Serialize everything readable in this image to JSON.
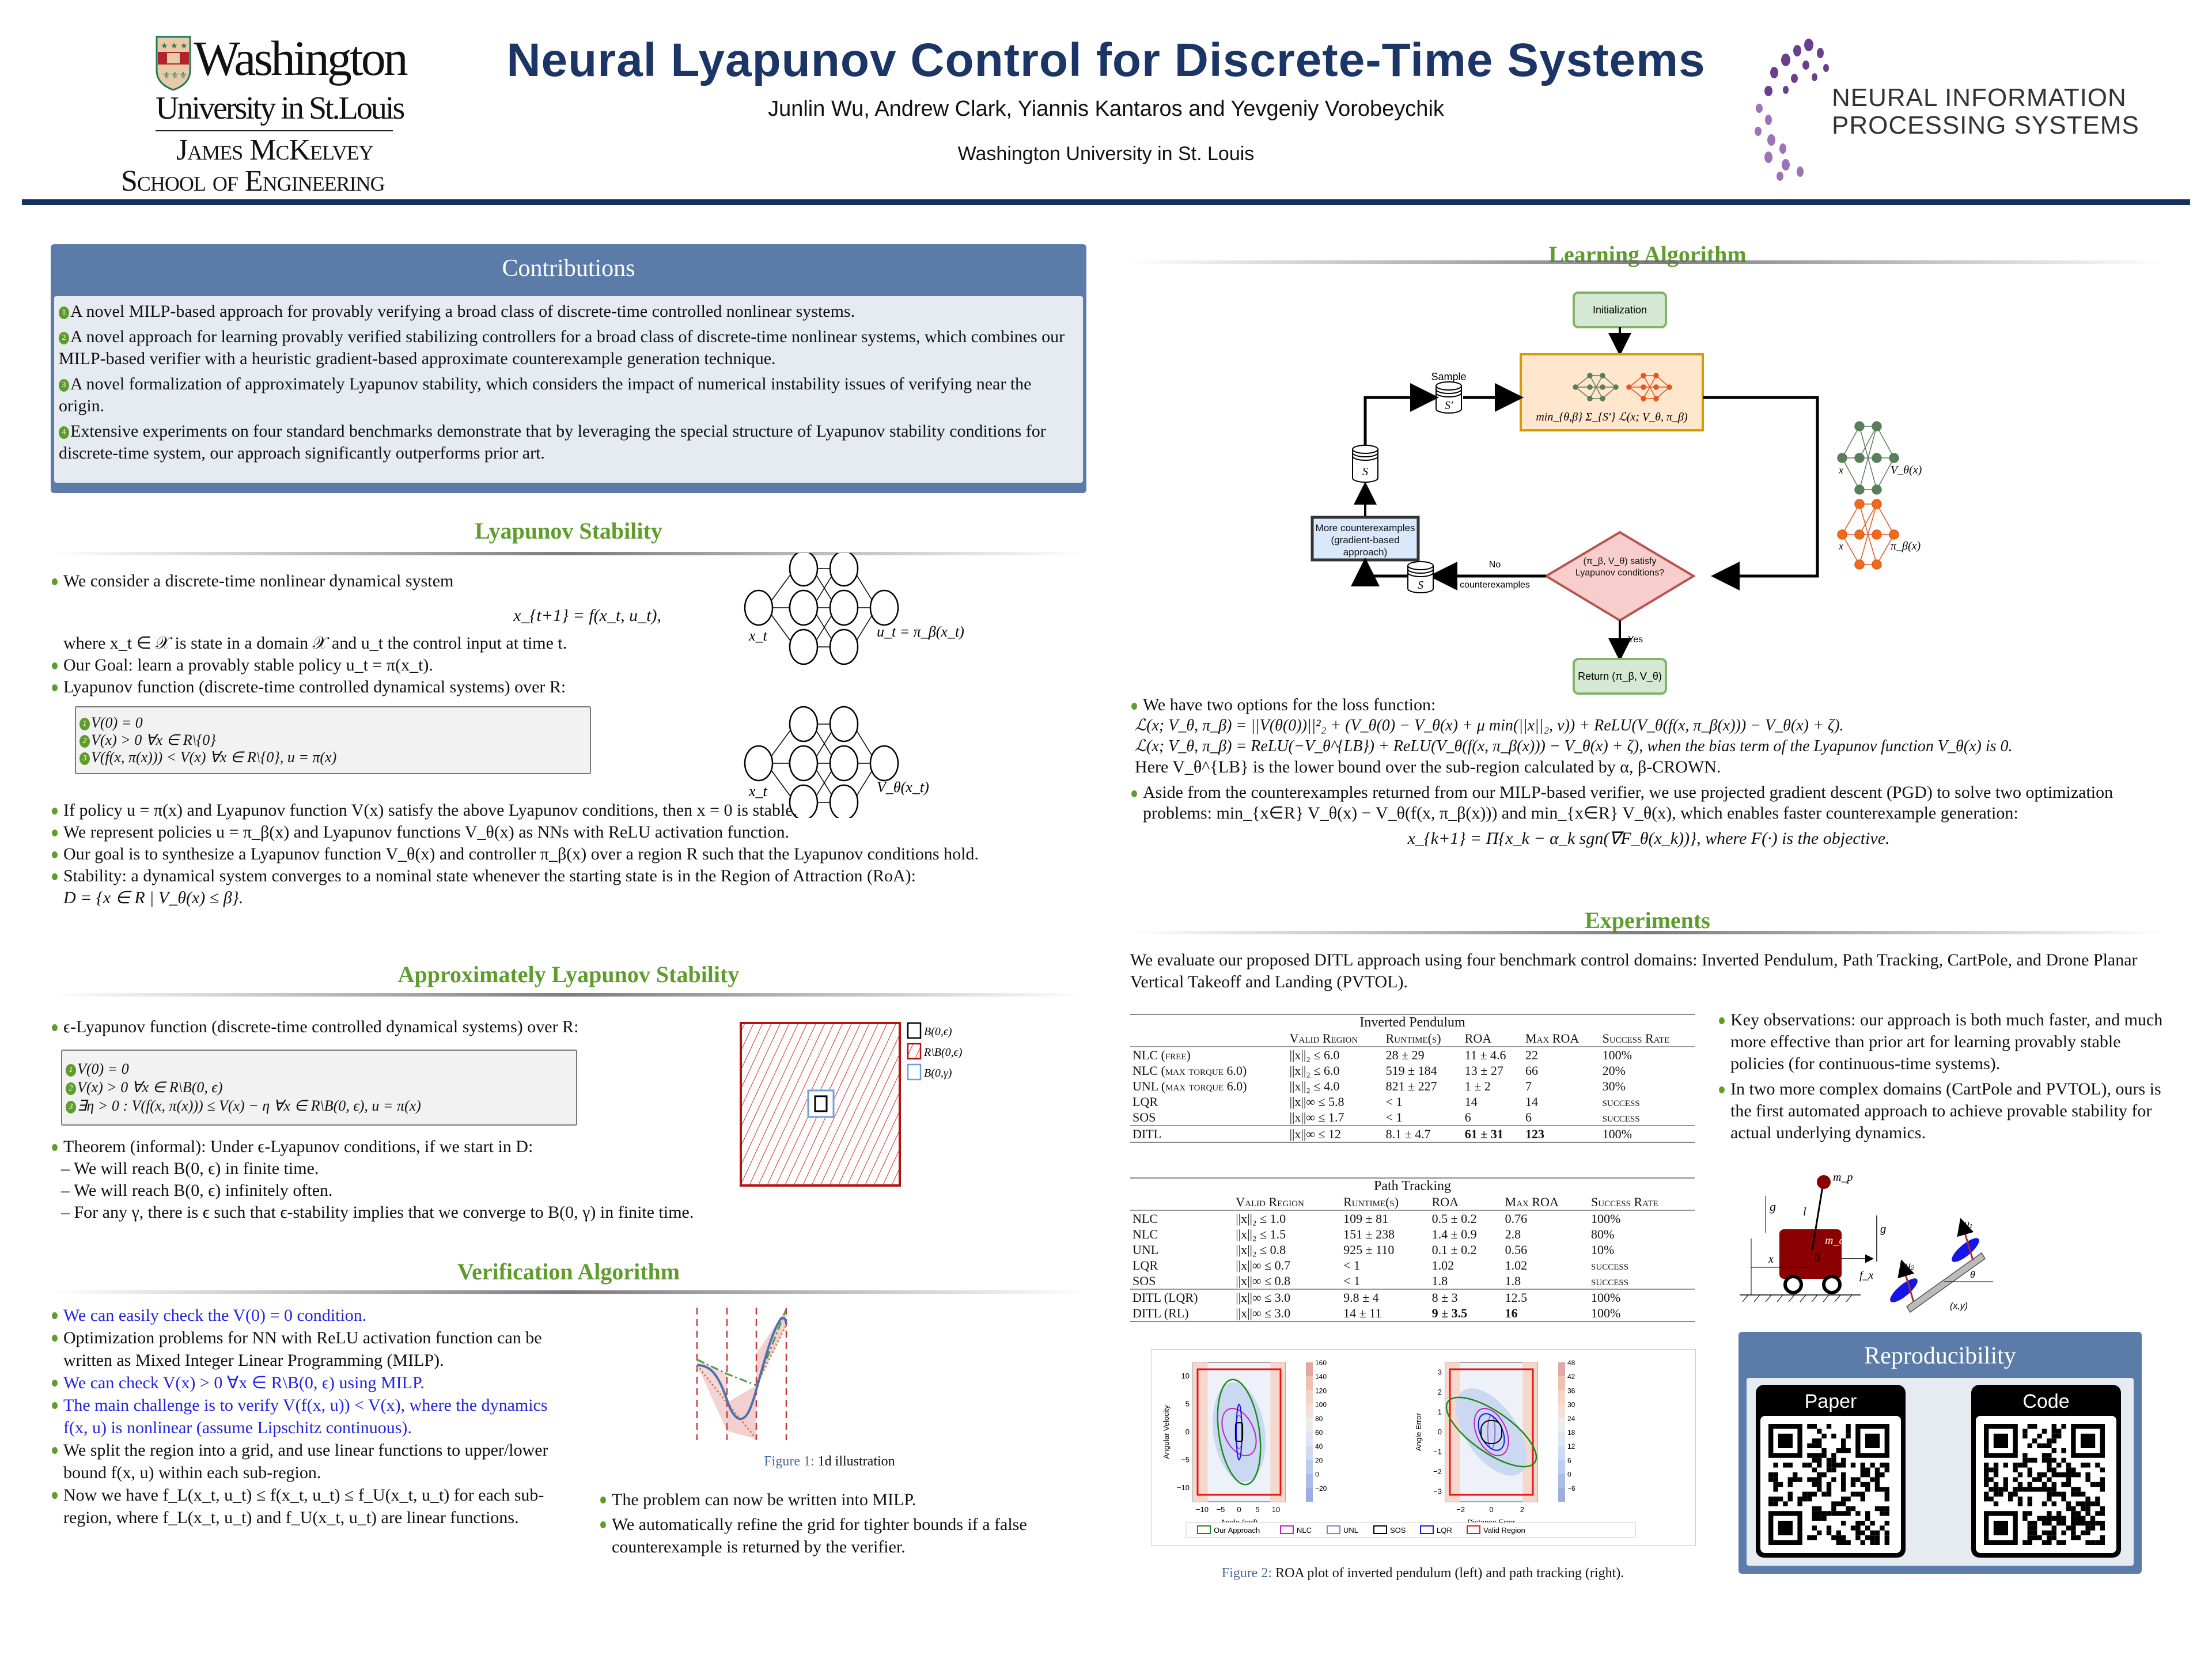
{
  "header": {
    "title": "Neural Lyapunov Control for Discrete-Time Systems",
    "authors": "Junlin Wu, Andrew Clark, Yiannis Kantaros and Yevgeniy Vorobeychik",
    "affiliation": "Washington University in St. Louis",
    "left_logo": {
      "line1": "Washington",
      "line2": "University in St.Louis",
      "line3": "James McKelvey",
      "line4": "School of Engineering"
    },
    "right_logo": {
      "line1": "NEURAL INFORMATION",
      "line2": "PROCESSING SYSTEMS"
    },
    "colors": {
      "title": "#1b3566",
      "rule": "#13305f",
      "section": "#5e9c2c",
      "box": "#5b7ba8"
    }
  },
  "contributions": {
    "title": "Contributions",
    "items": [
      {
        "num": "1",
        "text": "A novel MILP-based approach for provably verifying a broad class of discrete-time controlled nonlinear systems."
      },
      {
        "num": "2",
        "text": "A novel approach for learning provably verified stabilizing controllers for a broad class of discrete-time nonlinear systems, which combines our MILP-based verifier with a heuristic gradient-based approximate counterexample generation technique."
      },
      {
        "num": "3",
        "text": "A novel formalization of approximately Lyapunov stability, which considers the impact of numerical instability issues of verifying near the origin."
      },
      {
        "num": "4",
        "text": "Extensive experiments on four standard benchmarks demonstrate that by leveraging the special structure of Lyapunov stability conditions for discrete-time system, our approach significantly outperforms prior art."
      }
    ]
  },
  "lyapunov": {
    "title": "Lyapunov Stability",
    "b1": "We consider a discrete-time nonlinear dynamical system",
    "eq1": "x_{t+1} = f(x_t, u_t),",
    "b1_cont": "where x_t ∈ 𝒳 is state in a domain 𝒳 and u_t the control input at time t.",
    "b2": "Our Goal: learn a provably stable policy u_t = π(x_t).",
    "b3": "Lyapunov function (discrete-time controlled dynamical systems) over R:",
    "conditions": [
      {
        "num": "1",
        "text": "V(0) = 0"
      },
      {
        "num": "2",
        "text": "V(x) > 0   ∀x ∈ R\\{0}"
      },
      {
        "num": "3",
        "text": "V(f(x, π(x))) < V(x)   ∀x ∈ R\\{0}, u = π(x)"
      }
    ],
    "b4": "If policy u = π(x) and Lyapunov function V(x) satisfy the above Lyapunov conditions, then x = 0 is stable.",
    "b5": "We represent policies u = π_β(x) and Lyapunov functions V_θ(x) as NNs with ReLU activation function.",
    "b6": "Our goal is to synthesize a Lyapunov function V_θ(x) and controller π_β(x) over a region R such that the Lyapunov conditions hold.",
    "b7": "Stability: a dynamical system converges to a nominal state whenever the starting state is in the Region of Attraction (RoA):",
    "b7_eq": "D = {x ∈ R | V_θ(x) ≤ β}.",
    "nn1": {
      "in": "x_t",
      "out": "u_t = π_β(x_t)"
    },
    "nn2": {
      "in": "x_t",
      "out": "V_θ(x_t)"
    }
  },
  "approx": {
    "title": "Approximately Lyapunov Stability",
    "b1": "ϵ-Lyapunov function (discrete-time controlled dynamical systems) over R:",
    "conditions": [
      {
        "num": "1",
        "text": "V(0) = 0"
      },
      {
        "num": "2",
        "text": "V(x) > 0   ∀x ∈ R\\B(0, ϵ)"
      },
      {
        "num": "3",
        "text": "∃η > 0 : V(f(x, π(x))) ≤ V(x) − η   ∀x ∈ R\\B(0, ϵ), u = π(x)"
      }
    ],
    "theorem": "Theorem (informal): Under ϵ-Lyapunov conditions, if we start in D:",
    "sub": [
      "– We will reach B(0, ϵ) in finite time.",
      "– We will reach B(0, ϵ) infinitely often.",
      "– For any γ, there is ϵ such that ϵ-stability implies that we converge to B(0, γ) in finite time."
    ],
    "legend": [
      "B(0,ϵ)",
      "R\\B(0,ϵ)",
      "B(0,γ)"
    ]
  },
  "verification": {
    "title": "Verification Algorithm",
    "items": [
      {
        "text": "We can easily check the V(0) = 0 condition.",
        "blue": true
      },
      {
        "text": "Optimization problems for NN with ReLU activation function can be written as Mixed Integer Linear Programming (MILP).",
        "blue": false
      },
      {
        "text": "We can check V(x) > 0 ∀x ∈ R\\B(0, ϵ) using MILP.",
        "blue": true
      },
      {
        "text": "The main challenge is to verify V(f(x, u)) < V(x), where the dynamics f(x, u) is nonlinear (assume Lipschitz continuous).",
        "blue": true
      },
      {
        "text": "We split the region into a grid, and use linear functions to upper/lower bound f(x, u) within each sub-region.",
        "blue": false
      },
      {
        "text": "Now we have f_L(x_t, u_t) ≤ f(x_t, u_t) ≤ f_U(x_t, u_t) for each sub-region, where f_L(x_t, u_t) and f_U(x_t, u_t) are linear functions.",
        "blue": false
      }
    ],
    "fig_label": "Figure 1:",
    "fig_caption": "1d illustration",
    "right_items": [
      "The problem can now be written into MILP.",
      "We automatically refine the grid for tighter bounds if a false counterexample is returned by the verifier."
    ]
  },
  "learning": {
    "title": "Learning Algorithm",
    "flow": {
      "init": "Initialization",
      "sample": "Sample",
      "s_prime": "S′",
      "s": "S",
      "objective": "min_{θ,β} Σ_{S′} ℒ(x; V_θ, π_β)",
      "more": "More counterexamples (gradient-based approach)",
      "decision": "(π_β, V_θ) satisfy Lyapunov conditions?",
      "no": "No",
      "no2": "counterexamples",
      "yes": "Yes",
      "ret": "Return (π_β, V_θ)",
      "nn_v": "V_θ(x)",
      "nn_pi": "π_β(x)",
      "nn_x": "x"
    },
    "b1": "We have two options for the loss function:",
    "loss1": "ℒ(x; V_θ, π_β) = ||V(θ(0))||²₂ + (V_θ(0) − V_θ(x) + μ min(||x||₂, ν)) + ReLU(V_θ(f(x, π_β(x))) − V_θ(x) + ζ).",
    "loss2": "ℒ(x; V_θ, π_β) = ReLU(−V_θ^{LB}) + ReLU(V_θ(f(x, π_β(x))) − V_θ(x) + ζ), when the bias term of the Lyapunov function V_θ(x) is 0.",
    "loss2_note": "Here V_θ^{LB} is the lower bound over the sub-region calculated by α, β-CROWN.",
    "b2": "Aside from the counterexamples returned from our MILP-based verifier, we use projected gradient descent (PGD) to solve two optimization problems: min_{x∈R} V_θ(x) − V_θ(f(x, π_β(x))) and min_{x∈R} V_θ(x), which enables faster counterexample generation:",
    "pgd": "x_{k+1} = Π{x_k − α_k sgn(∇F_θ(x_k))}, where F(·) is the objective."
  },
  "experiments": {
    "title": "Experiments",
    "intro": "We evaluate our proposed DITL approach using four benchmark control domains: Inverted Pendulum, Path Tracking, CartPole, and Drone Planar Vertical Takeoff and Landing (PVTOL).",
    "columns": [
      "",
      "Valid Region",
      "Runtime(s)",
      "ROA",
      "Max ROA",
      "Success Rate"
    ],
    "tables": [
      {
        "caption": "Inverted Pendulum",
        "rows": [
          [
            "NLC (free)",
            "||x||₂ ≤ 6.0",
            "28 ± 29",
            "11 ± 4.6",
            "22",
            "100%"
          ],
          [
            "NLC (max torque 6.0)",
            "||x||₂ ≤ 6.0",
            "519 ± 184",
            "13 ± 27",
            "66",
            "20%"
          ],
          [
            "UNL (max torque 6.0)",
            "||x||₂ ≤ 4.0",
            "821 ± 227",
            "1 ± 2",
            "7",
            "30%"
          ],
          [
            "LQR",
            "||x||∞ ≤ 5.8",
            "< 1",
            "14",
            "14",
            "success"
          ],
          [
            "SOS",
            "||x||∞ ≤ 1.7",
            "< 1",
            "6",
            "6",
            "success"
          ]
        ],
        "ours": [
          [
            "DITL",
            "||x||∞ ≤ 12",
            "8.1 ± 4.7",
            "61 ± 31",
            "123",
            "100%"
          ]
        ]
      },
      {
        "caption": "Path Tracking",
        "rows": [
          [
            "NLC",
            "||x||₂ ≤ 1.0",
            "109 ± 81",
            "0.5 ± 0.2",
            "0.76",
            "100%"
          ],
          [
            "NLC",
            "||x||₂ ≤ 1.5",
            "151 ± 238",
            "1.4 ± 0.9",
            "2.8",
            "80%"
          ],
          [
            "UNL",
            "||x||₂ ≤ 0.8",
            "925 ± 110",
            "0.1 ± 0.2",
            "0.56",
            "10%"
          ],
          [
            "LQR",
            "||x||∞ ≤ 0.7",
            "< 1",
            "1.02",
            "1.02",
            "success"
          ],
          [
            "SOS",
            "||x||∞ ≤ 0.8",
            "< 1",
            "1.8",
            "1.8",
            "success"
          ]
        ],
        "ours": [
          [
            "DITL (LQR)",
            "||x||∞ ≤ 3.0",
            "9.8 ± 4",
            "8 ± 3",
            "12.5",
            "100%"
          ],
          [
            "DITL (RL)",
            "||x||∞ ≤ 3.0",
            "14 ± 11",
            "9 ± 3.5",
            "16",
            "100%"
          ]
        ]
      }
    ],
    "observations": [
      "Key observations: our approach is both much faster, and much more effective than prior art for learning provably stable policies (for continuous-time systems).",
      "In two more complex domains (CartPole and PVTOL), ours is the first automated approach to achieve provable stability for actual underlying dynamics."
    ],
    "fig2": {
      "left": {
        "xlabel": "Angle (rad)",
        "ylabel": "Angular Velocity",
        "xticks": [
          "−10",
          "−5",
          "0",
          "5",
          "10"
        ],
        "yticks": [
          "10",
          "5",
          "0",
          "−5",
          "−10"
        ],
        "cbar": [
          "160",
          "140",
          "120",
          "100",
          "80",
          "60",
          "40",
          "20",
          "0",
          "−20"
        ]
      },
      "right": {
        "xlabel": "Distance Error",
        "ylabel": "Angle Error",
        "xticks": [
          "−2",
          "0",
          "2"
        ],
        "yticks": [
          "3",
          "2",
          "1",
          "0",
          "−1",
          "−2",
          "−3"
        ],
        "cbar": [
          "48",
          "42",
          "36",
          "30",
          "24",
          "18",
          "12",
          "6",
          "0",
          "−6"
        ]
      },
      "legend": [
        {
          "label": "Our Approach",
          "color": "#1a8a1a"
        },
        {
          "label": "NLC",
          "color": "#c21fc2"
        },
        {
          "label": "UNL",
          "color": "#9a70c8"
        },
        {
          "label": "SOS",
          "color": "#000000"
        },
        {
          "label": "LQR",
          "color": "#1515e8"
        },
        {
          "label": "Valid Region",
          "color": "#e81515"
        }
      ],
      "label": "Figure 2:",
      "caption": "ROA plot of inverted pendulum (left) and path tracking (right)."
    },
    "cartpole": {
      "g": "g",
      "l": "l",
      "mp": "m_p",
      "mc": "m_c",
      "theta": "θ",
      "x": "x",
      "fx": "f_x"
    },
    "pvtol": {
      "g": "g",
      "u1": "u₁",
      "u2": "u₂",
      "theta": "θ",
      "xy": "(x,y)"
    }
  },
  "reproducibility": {
    "title": "Reproducibility",
    "cards": [
      {
        "label": "Paper"
      },
      {
        "label": "Code"
      }
    ]
  }
}
